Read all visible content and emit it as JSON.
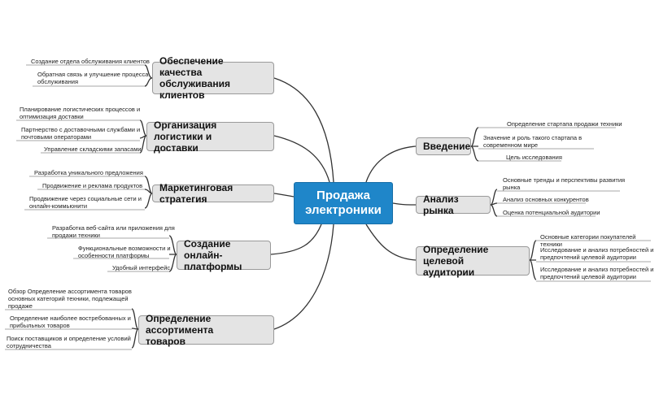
{
  "central": "Продажа\nэлектроники",
  "branches": {
    "service": {
      "label": "Обеспечение качества\nобслуживания клиентов",
      "leaves": [
        "Создание отдела обслуживания клиентов",
        "Обратная связь и улучшение процесса\nобслуживания"
      ]
    },
    "logistics": {
      "label": "Организация логистики и\nдоставки",
      "leaves": [
        "Планирование логистических процессов и\nоптимизация доставки",
        "Партнерство с доставочными службами и\nпочтовыми операторами",
        "Управление складскими запасами"
      ]
    },
    "marketing": {
      "label": "Маркетинговая стратегия",
      "leaves": [
        "Разработка уникального предложения",
        "Продвижение и реклама продуктов",
        "Продвижение через социальные сети и\nонлайн-коммьюнити"
      ]
    },
    "platform": {
      "label": "Создание онлайн-\nплатформы",
      "leaves": [
        "Разработка веб-сайта или приложения для\nпродажи техники",
        "Функциональные возможности и\nособенности платформы",
        "Удобный  интерфейс"
      ]
    },
    "assortment": {
      "label": "Определение ассортимента\nтоваров",
      "leaves": [
        "Обзор Определение ассортимента товаров\nосновных категорий техники, подлежащей\nпродаже",
        "Определение наиболее востребованных и\nприбыльных товаров",
        "Поиск поставщиков и определение условий\nсотрудничества"
      ]
    },
    "intro": {
      "label": "Введение",
      "leaves": [
        "Определение стартапа продажи техники",
        "Значение и роль такого стартапа в\nсовременном мире",
        "Цель исследования"
      ]
    },
    "market": {
      "label": "Анализ рынка",
      "leaves": [
        "Основные тренды и перспективы развития\nрынка",
        "Анализ основных конкурентов",
        "Оценка потенциальной аудитории"
      ]
    },
    "audience": {
      "label": "Определение целевой\nаудитории",
      "leaves": [
        "Основные категории покупателей техники",
        "Исследование и анализ потребностей и\nпредпочтений целевой аудитории",
        "Исследование и анализ потребностей и\nпредпочтений целевой аудитории"
      ]
    }
  },
  "colors": {
    "central_fill": "#1f86c9",
    "branch_fill": "#e4e4e4",
    "connector": "#333333",
    "leaf_line": "#8a8a8a"
  }
}
